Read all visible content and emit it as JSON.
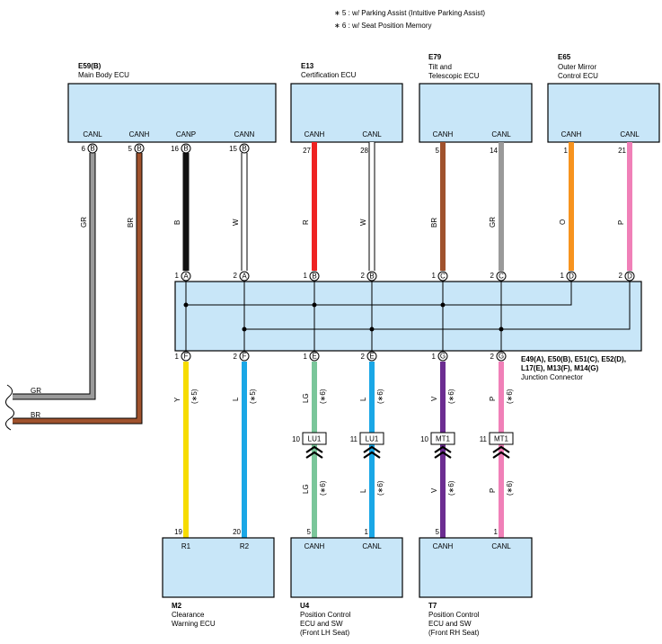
{
  "notes": [
    "∗ 5 : w/ Parking Assist (Intuitive Parking Assist)",
    "∗ 6 : w/ Seat Position Memory"
  ],
  "colors": {
    "GR": "#9a9a9a",
    "BR": "#a0522d",
    "B": "#111111",
    "W": "#ffffff",
    "R": "#ee2222",
    "O": "#f7931e",
    "P": "#f080b8",
    "Y": "#f6dc00",
    "L": "#1aa7e6",
    "LG": "#7ac69a",
    "V": "#6c2d91",
    "box_fill": "#c8e6f8"
  },
  "ecus_top": [
    {
      "code": "E59(B)",
      "name": [
        "Main Body ECU"
      ],
      "pins": [
        {
          "signal": "CANL",
          "pin": "6",
          "conn": "B",
          "wire": "GR"
        },
        {
          "signal": "CANH",
          "pin": "5",
          "conn": "B",
          "wire": "BR"
        },
        {
          "signal": "CANP",
          "pin": "16",
          "conn": "B",
          "wire": "B"
        },
        {
          "signal": "CANN",
          "pin": "15",
          "conn": "B",
          "wire": "W"
        }
      ]
    },
    {
      "code": "E13",
      "name": [
        "Certification ECU"
      ],
      "pins": [
        {
          "signal": "CANH",
          "pin": "27",
          "wire": "R"
        },
        {
          "signal": "CANL",
          "pin": "28",
          "wire": "W"
        }
      ]
    },
    {
      "code": "E79",
      "name": [
        "Tilt and",
        "Telescopic ECU"
      ],
      "pins": [
        {
          "signal": "CANH",
          "pin": "5",
          "wire": "BR"
        },
        {
          "signal": "CANL",
          "pin": "14",
          "wire": "GR"
        }
      ]
    },
    {
      "code": "E65",
      "name": [
        "Outer Mirror",
        "Control ECU"
      ],
      "pins": [
        {
          "signal": "CANH",
          "pin": "1",
          "wire": "O"
        },
        {
          "signal": "CANL",
          "pin": "21",
          "wire": "P"
        }
      ]
    }
  ],
  "junction": {
    "codes": [
      "E49(A), E50(B), E51(C), E52(D),",
      "L17(E), M13(F), M14(G)"
    ],
    "name": "Junction Connector",
    "top_pins": [
      {
        "pin": "1",
        "conn": "A"
      },
      {
        "pin": "2",
        "conn": "A"
      },
      {
        "pin": "1",
        "conn": "B"
      },
      {
        "pin": "2",
        "conn": "B"
      },
      {
        "pin": "1",
        "conn": "C"
      },
      {
        "pin": "2",
        "conn": "C"
      },
      {
        "pin": "1",
        "conn": "D"
      },
      {
        "pin": "2",
        "conn": "D"
      }
    ],
    "bottom_pins": [
      {
        "pin": "1",
        "conn": "F"
      },
      {
        "pin": "2",
        "conn": "F"
      },
      {
        "pin": "1",
        "conn": "E"
      },
      {
        "pin": "2",
        "conn": "E"
      },
      {
        "pin": "1",
        "conn": "G"
      },
      {
        "pin": "2",
        "conn": "G"
      }
    ]
  },
  "lower_wires": [
    {
      "color": "Y",
      "opt": "(∗5)",
      "inline": null
    },
    {
      "color": "L",
      "opt": "(∗5)",
      "inline": null
    },
    {
      "color": "LG",
      "opt": "(∗6)",
      "inline": {
        "pin": "10",
        "name": "LU1"
      }
    },
    {
      "color": "L",
      "opt": "(∗6)",
      "inline": {
        "pin": "11",
        "name": "LU1"
      }
    },
    {
      "color": "V",
      "opt": "(∗6)",
      "inline": {
        "pin": "10",
        "name": "MT1"
      }
    },
    {
      "color": "P",
      "opt": "(∗6)",
      "inline": {
        "pin": "11",
        "name": "MT1"
      }
    }
  ],
  "left_wires": [
    {
      "label": "GR"
    },
    {
      "label": "BR"
    }
  ],
  "ecus_bottom": [
    {
      "code": "M2",
      "name": [
        "Clearance",
        "Warning ECU"
      ],
      "pins": [
        {
          "signal": "R1",
          "pin": "19"
        },
        {
          "signal": "R2",
          "pin": "20"
        }
      ]
    },
    {
      "code": "U4",
      "name": [
        "Position Control",
        "ECU and SW",
        "(Front LH Seat)"
      ],
      "pins": [
        {
          "signal": "CANH",
          "pin": "5"
        },
        {
          "signal": "CANL",
          "pin": "1"
        }
      ]
    },
    {
      "code": "T7",
      "name": [
        "Position Control",
        "ECU and SW",
        "(Front RH Seat)"
      ],
      "pins": [
        {
          "signal": "CANH",
          "pin": "5"
        },
        {
          "signal": "CANL",
          "pin": "1"
        }
      ]
    }
  ]
}
